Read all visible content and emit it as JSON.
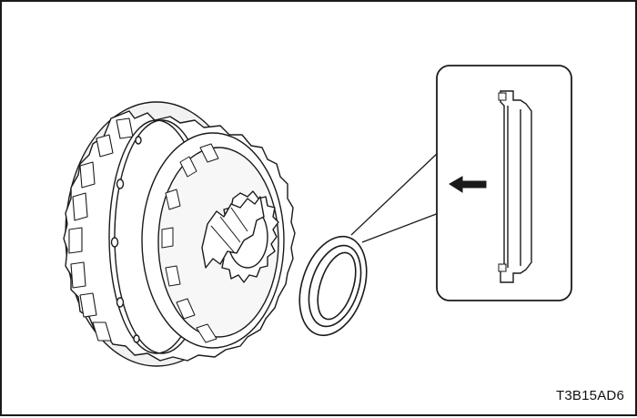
{
  "figure": {
    "code": "T3B15AD6",
    "parts": {
      "clutch_drum": "clutch-drum-assembly",
      "seal_ring": "oil-seal-ring",
      "detail_view": "seal-cross-section-detail",
      "direction_arrow": "install-direction-arrow"
    }
  },
  "colors": {
    "line": "#1a1a1a",
    "paper": "#ffffff",
    "shade": "#d9d9d9",
    "dark": "#3a3a3a"
  }
}
